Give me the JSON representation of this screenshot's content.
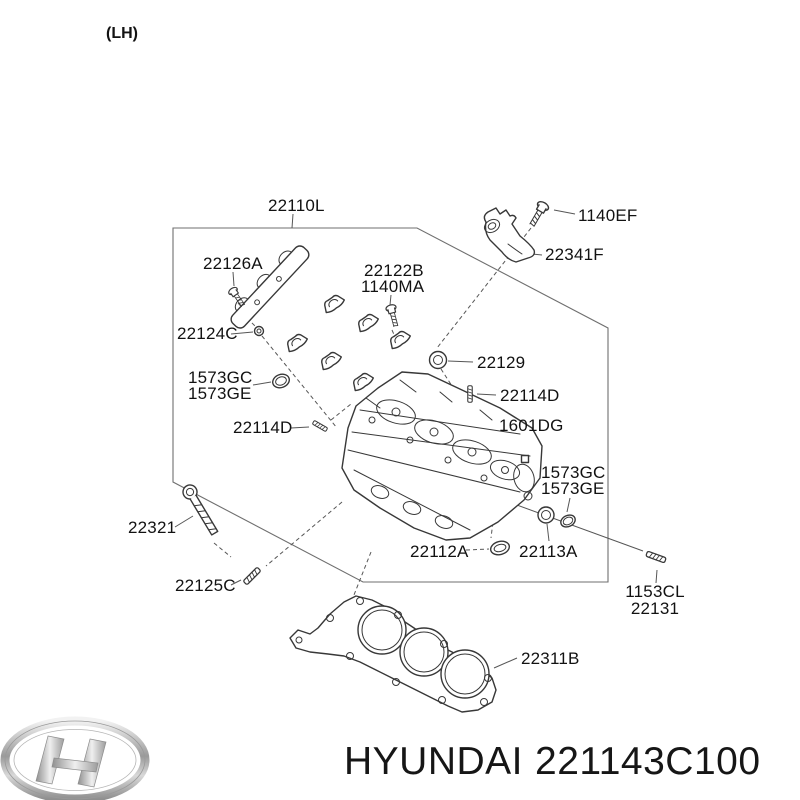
{
  "page": {
    "orientation_label": "(LH)"
  },
  "footer": {
    "brand": "HYUNDAI",
    "part_number": "221143C100"
  },
  "colors": {
    "background": "#ffffff",
    "line_art": "#383838",
    "box_outline": "#6f6f6f",
    "label_text": "#121212",
    "logo_silver_light": "#efefef",
    "logo_silver_dark": "#8f8f8f"
  },
  "diagram": {
    "assembly_label": "22110L",
    "labels": {
      "p1140EF": "1140EF",
      "p22341F": "22341F",
      "p22126A": "22126A",
      "p22122B": "22122B",
      "p1140MA": "1140MA",
      "p22124C": "22124C",
      "p22129": "22129",
      "p22114D_right": "22114D",
      "p1601DG": "1601DG",
      "p1573GC_left": "1573GC",
      "p1573GE_left": "1573GE",
      "p22114D_left": "22114D",
      "p1573GC_right": "1573GC",
      "p1573GE_right": "1573GE",
      "p22112A": "22112A",
      "p22113A": "22113A",
      "p22321": "22321",
      "p22125C": "22125C",
      "p1153CL": "1153CL",
      "p22131": "22131",
      "p22311B": "22311B"
    }
  }
}
